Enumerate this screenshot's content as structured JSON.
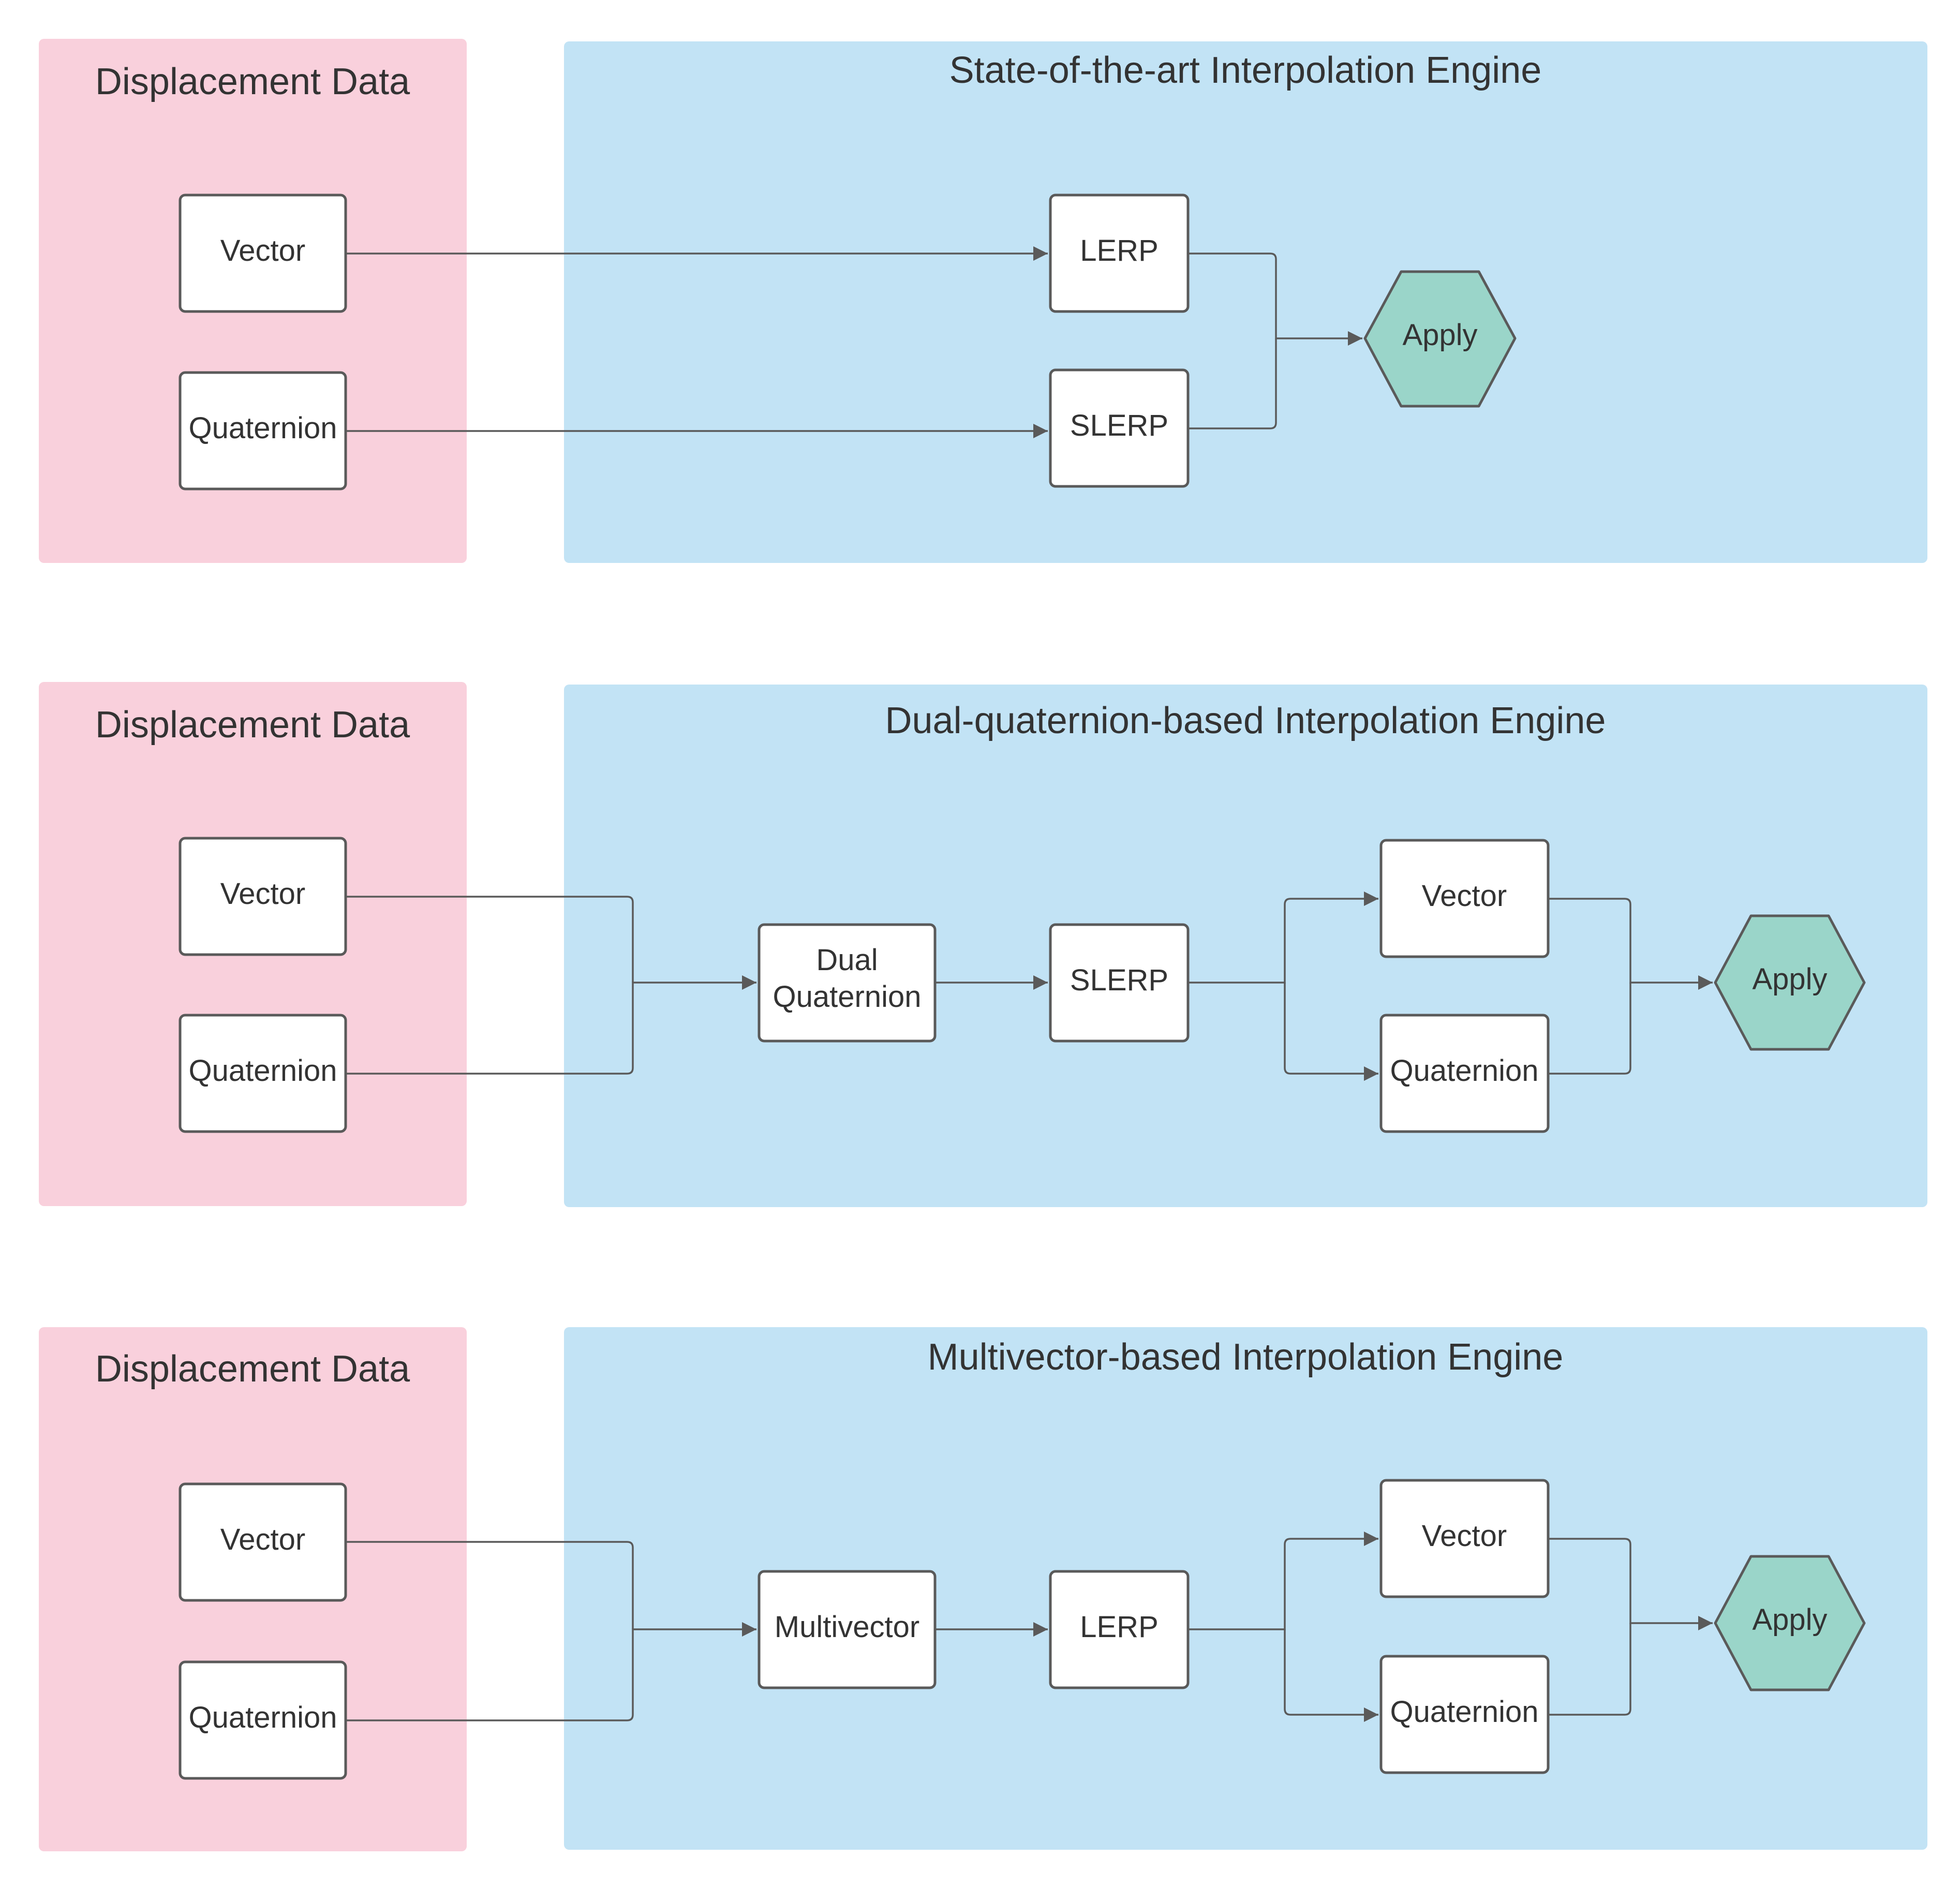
{
  "colors": {
    "data_panel": "#f9d0dc",
    "engine_panel": "#c2e3f5",
    "apply_node": "#9ad5c9",
    "node_fill": "#ffffff",
    "stroke": "#5a5a5a",
    "text": "#333333"
  },
  "rows": [
    {
      "data_title": "Displacement Data",
      "engine_title": "State-of-the-art Interpolation Engine",
      "nodes": {
        "vector": "Vector",
        "quaternion": "Quaternion",
        "lerp": "LERP",
        "slerp": "SLERP",
        "apply": "Apply"
      }
    },
    {
      "data_title": "Displacement Data",
      "engine_title": "Dual-quaternion-based Interpolation Engine",
      "nodes": {
        "vector": "Vector",
        "quaternion": "Quaternion",
        "dual_line1": "Dual",
        "dual_line2": "Quaternion",
        "slerp": "SLERP",
        "out_vector": "Vector",
        "out_quaternion": "Quaternion",
        "apply": "Apply"
      }
    },
    {
      "data_title": "Displacement Data",
      "engine_title": "Multivector-based Interpolation Engine",
      "nodes": {
        "vector": "Vector",
        "quaternion": "Quaternion",
        "multivector": "Multivector",
        "lerp": "LERP",
        "out_vector": "Vector",
        "out_quaternion": "Quaternion",
        "apply": "Apply"
      }
    }
  ]
}
